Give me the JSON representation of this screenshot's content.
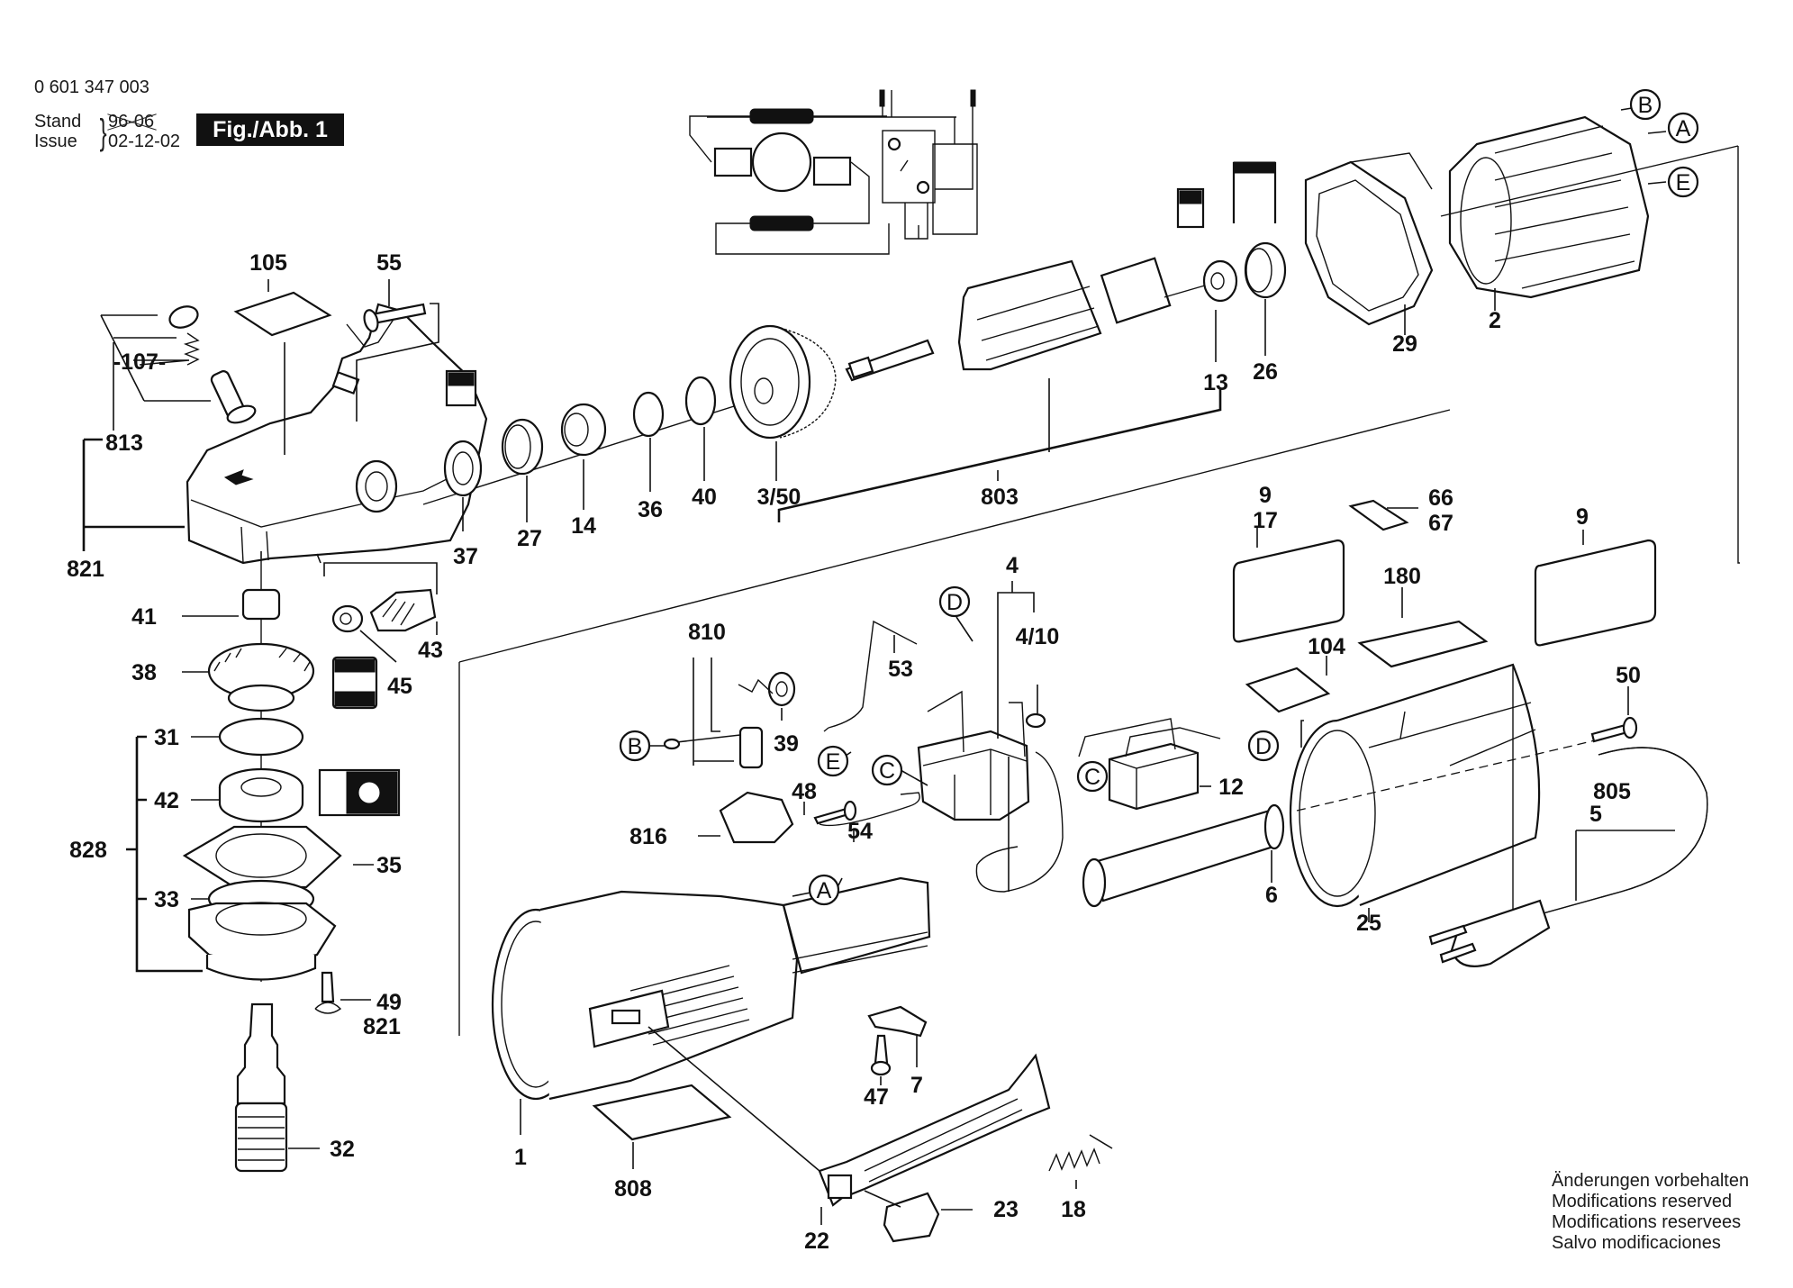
{
  "header": {
    "part_number": "0 601 347 003",
    "stand_label": "Stand",
    "issue_label": "Issue",
    "old_date": "96-06",
    "issue_date": "02-12-02",
    "figure_label": "Fig./Abb. 1"
  },
  "footer": {
    "lines": [
      "Änderungen vorbehalten",
      "Modifications reserved",
      "Modifications reservees",
      "Salvo modificaciones"
    ]
  },
  "callouts": {
    "p105": "105",
    "p55": "55",
    "p107": "-107-",
    "p813": "813",
    "p821a": "821",
    "p37": "37",
    "p27": "27",
    "p14": "14",
    "p36": "36",
    "p40": "40",
    "p3_50": "3/50",
    "p803": "803",
    "p13": "13",
    "p26": "26",
    "p29": "29",
    "p2": "2",
    "p41": "41",
    "p43": "43",
    "p45": "45",
    "p38": "38",
    "p31": "31",
    "p42": "42",
    "p828": "828",
    "p35": "35",
    "p33": "33",
    "p49": "49",
    "p821b": "821",
    "p32": "32",
    "p810": "810",
    "p53": "53",
    "p4": "4",
    "p4_10": "4/10",
    "p39": "39",
    "p48": "48",
    "p816": "816",
    "p54": "54",
    "p12": "12",
    "p6": "6",
    "p25": "25",
    "p9a": "9",
    "p17": "17",
    "p66": "66",
    "p67": "67",
    "p9b": "9",
    "p180": "180",
    "p104": "104",
    "p50": "50",
    "p805": "805",
    "p5": "5",
    "p1": "1",
    "p808": "808",
    "p22": "22",
    "p23": "23",
    "p18": "18",
    "p47": "47",
    "p7": "7"
  },
  "connectors": {
    "stator_B": "B",
    "stator_A": "A",
    "stator_E": "E",
    "cap_B": "B",
    "switch_D": "D",
    "wire_E": "E",
    "holder_C": "C",
    "wire54_A": "A",
    "brush_C": "C",
    "brush_D": "D"
  }
}
